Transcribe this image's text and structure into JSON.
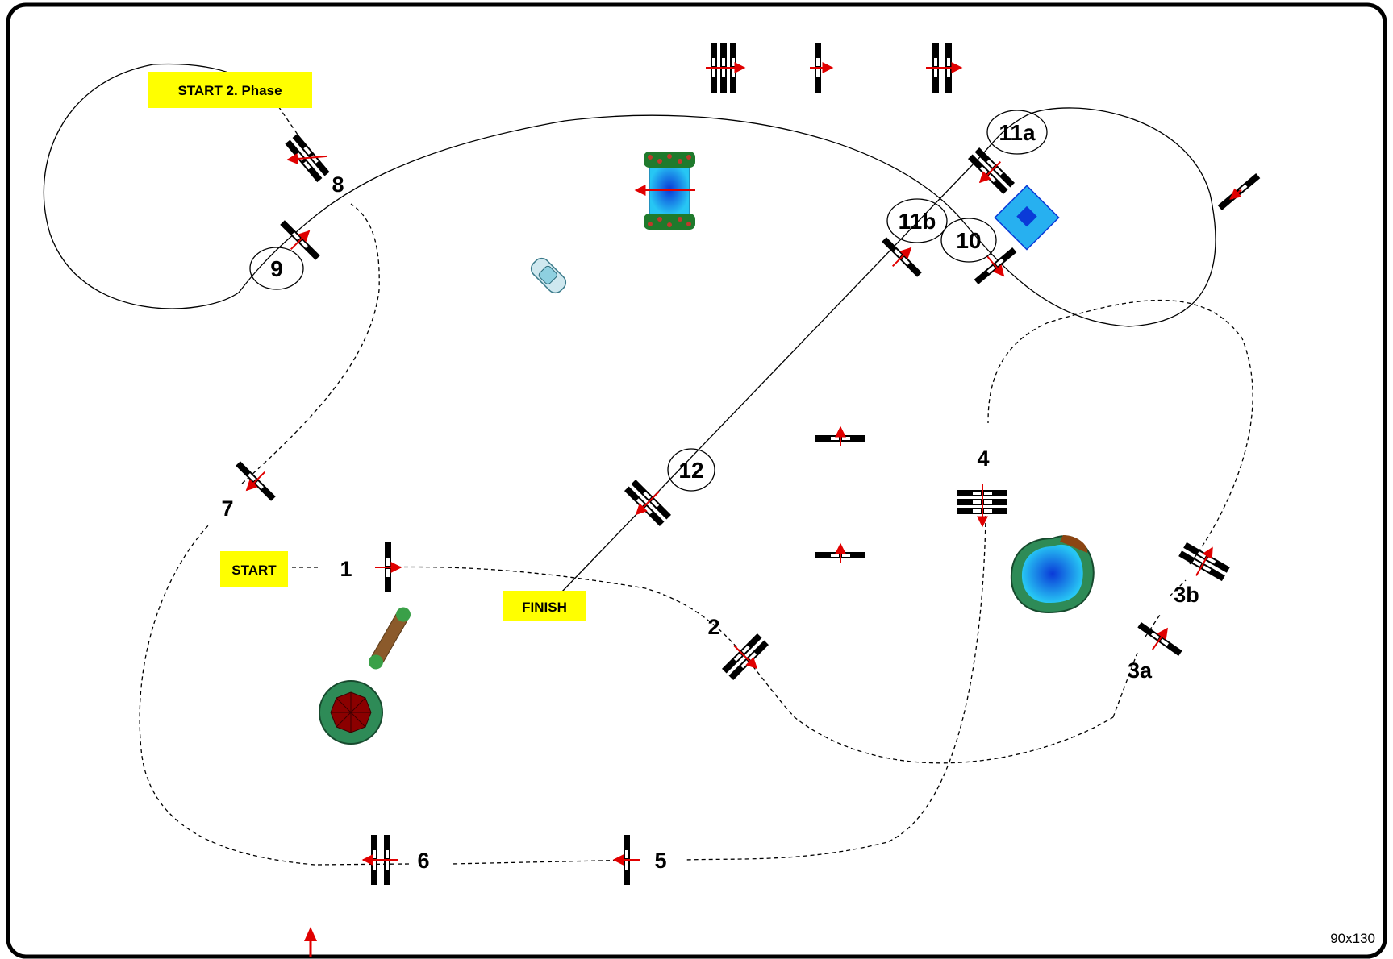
{
  "arena": {
    "dimensions": "90x130"
  },
  "labels": {
    "start": "START",
    "start2": "START 2. Phase",
    "finish": "FINISH"
  },
  "obstacles": [
    "1",
    "2",
    "3a",
    "3b",
    "4",
    "5",
    "6",
    "7",
    "8",
    "9",
    "10",
    "11a",
    "11b",
    "12"
  ],
  "colors": {
    "label_bg": "#ffff00",
    "arrow": "#e00000",
    "water": "#1aa0e8",
    "hedge": "#1f7a2c",
    "border": "#000000"
  }
}
